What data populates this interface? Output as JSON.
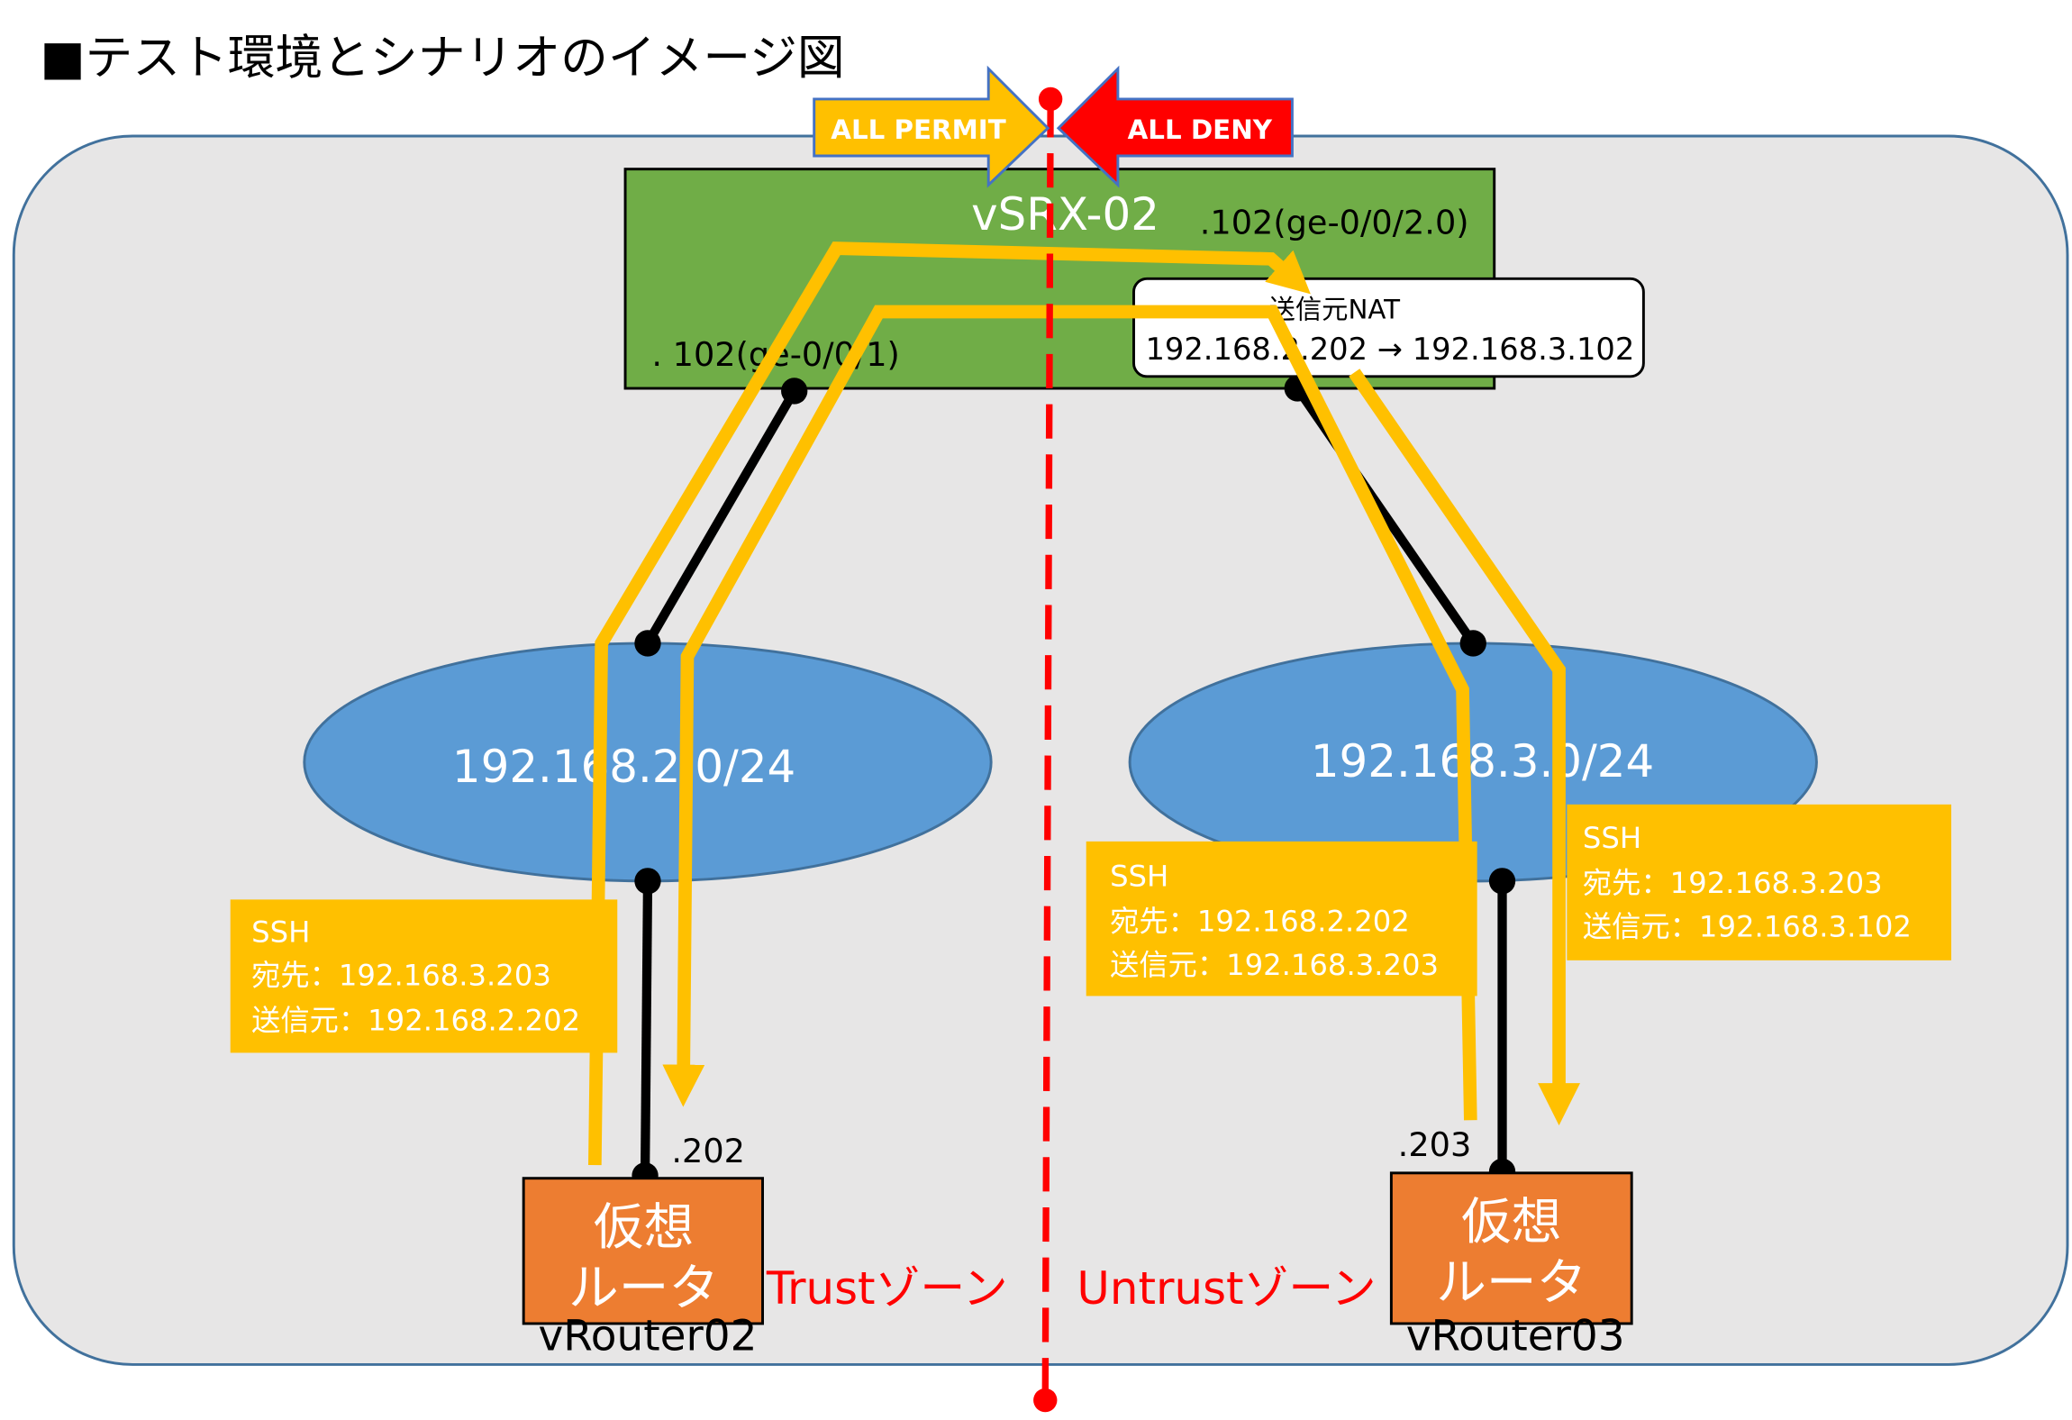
{
  "title": "■テスト環境とシナリオのイメージ図",
  "policy": {
    "permit_label": "ALL PERMIT",
    "deny_label": "ALL DENY"
  },
  "firewall": {
    "name": "vSRX-02",
    "trust_if": ". 102(ge-0/0/1)",
    "untrust_if": ".102(ge-0/0/2.0)",
    "nat": {
      "title": "送信元NAT",
      "rule": "192.168.2.202 → 192.168.3.102"
    }
  },
  "networks": [
    {
      "label": "192.168.2.0/24"
    },
    {
      "label": "192.168.3.0/24"
    }
  ],
  "routers": [
    {
      "line1": "仮想",
      "line2": "ルータ",
      "name": "vRouter02",
      "addr": ".202"
    },
    {
      "line1": "仮想",
      "line2": "ルータ",
      "name": "vRouter03",
      "addr": ".203"
    }
  ],
  "zones": {
    "trust": "Trustゾーン",
    "untrust": "Untrustゾーン"
  },
  "ssh_boxes": [
    {
      "proto": "SSH",
      "dst": "宛先：192.168.3.203",
      "src": "送信元：192.168.2.202"
    },
    {
      "proto": "SSH",
      "dst": "宛先：192.168.2.202",
      "src": "送信元：192.168.3.203"
    },
    {
      "proto": "SSH",
      "dst": "宛先：192.168.3.203",
      "src": "送信元：192.168.3.102"
    }
  ],
  "colors": {
    "flow": "#ffc000",
    "zone_boundary": "#ff0000",
    "firewall": "#70ad47",
    "network": "#5b9bd5",
    "router": "#ed7d31"
  }
}
